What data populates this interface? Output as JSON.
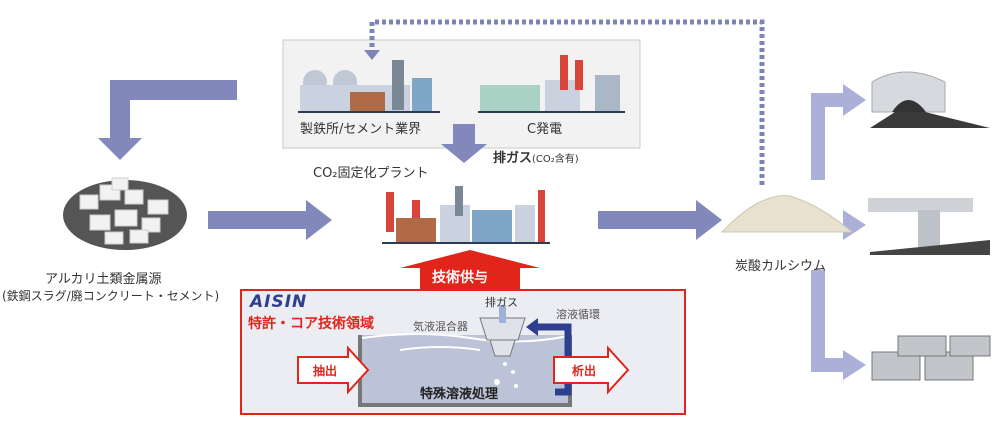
{
  "top_box": {
    "left_label": "製鉄所/セメント業界",
    "right_label": "C発電"
  },
  "exhaust": {
    "main": "排ガス",
    "sub": "(CO₂含有)"
  },
  "plant_label": "CO₂固定化プラント",
  "source": {
    "line1": "アルカリ土類金属源",
    "line2": "(鉄鋼スラグ/廃コンクリート・セメント)"
  },
  "product_label": "炭酸カルシウム",
  "tech_supply": "技術供与",
  "aisin": {
    "logo": "AISIN",
    "title": "特許・コア技術領域",
    "mixer": "気液混合器",
    "gas": "排ガス",
    "circulation": "溶液循環",
    "extract": "抽出",
    "precipitate": "析出",
    "process": "特殊溶液処理"
  },
  "colors": {
    "arrow": "#8288bb",
    "branch": "#aab0d8",
    "red": "#e1251b",
    "navy": "#2f3f8f",
    "dotted": "#7d84b8"
  }
}
